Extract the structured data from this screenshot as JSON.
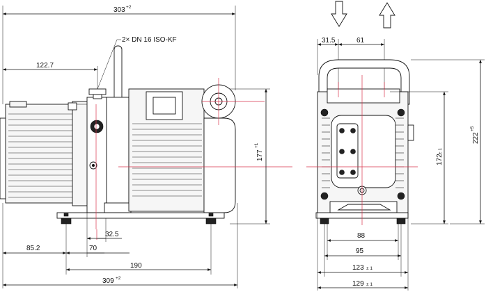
{
  "drawing": {
    "dims_side": {
      "overall_top": "303",
      "overall_top_tol": "+2",
      "flange_note": "2× DN 16 ISO-KF",
      "inlet_offset": "122.7",
      "base_offset": "85.2",
      "base_step": "70",
      "flange_gap": "32.5",
      "foot_span": "190",
      "overall_bottom": "309",
      "overall_bottom_tol": "+2",
      "height": "177",
      "height_tol": "+1"
    },
    "dims_front": {
      "left_offset": "31.5",
      "port_spacing": "61",
      "width_88": "88",
      "width_95": "95",
      "width_123": "123",
      "width_123_tol": "± 1",
      "width_129": "129",
      "width_129_tol": "± 1",
      "height_172": "172",
      "height_172_tol": "± 1",
      "height_222": "222",
      "height_222_tol": "+5"
    },
    "arrows": {
      "left_arrow": "down",
      "right_arrow": "up"
    }
  }
}
